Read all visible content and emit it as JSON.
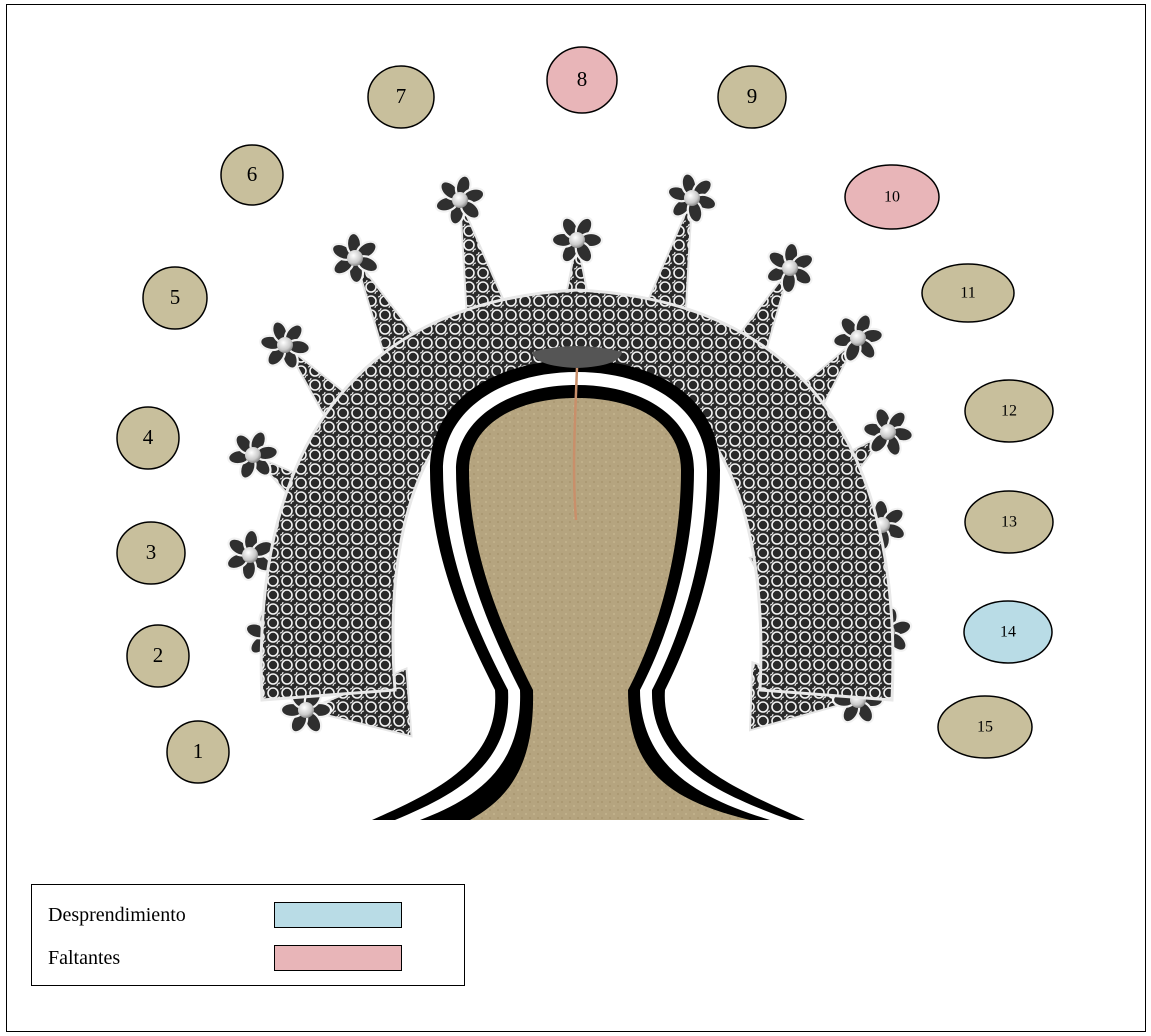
{
  "figure": {
    "colors": {
      "default_fill": "#c8bf9c",
      "missing_fill": "#e8b5b8",
      "detached_fill": "#b9dce6",
      "outline": "#000000",
      "head_fill": "#b5a47f",
      "filigree": "#f4f4f4"
    },
    "elements": [
      {
        "label": "1",
        "status": "default"
      },
      {
        "label": "2",
        "status": "default"
      },
      {
        "label": "3",
        "status": "default"
      },
      {
        "label": "4",
        "status": "default"
      },
      {
        "label": "5",
        "status": "default"
      },
      {
        "label": "6",
        "status": "default"
      },
      {
        "label": "7",
        "status": "default"
      },
      {
        "label": "8",
        "status": "missing"
      },
      {
        "label": "9",
        "status": "default"
      },
      {
        "label": "10",
        "status": "missing"
      },
      {
        "label": "11",
        "status": "default"
      },
      {
        "label": "12",
        "status": "default"
      },
      {
        "label": "13",
        "status": "default"
      },
      {
        "label": "14",
        "status": "detached"
      },
      {
        "label": "15",
        "status": "default"
      }
    ]
  },
  "legend": {
    "items": [
      {
        "label": "Desprendimiento",
        "color": "#b9dce6"
      },
      {
        "label": "Faltantes",
        "color": "#e8b5b8"
      }
    ]
  }
}
